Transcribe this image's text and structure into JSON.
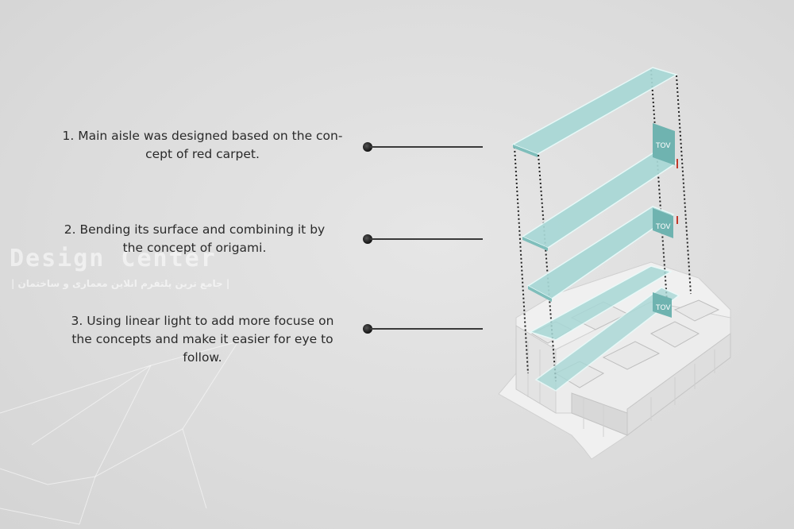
{
  "notes": [
    {
      "id": "note1",
      "lines": [
        "1. Main aisle was designed based on the con-",
        "cept of red carpet."
      ]
    },
    {
      "id": "note2",
      "lines": [
        "2. Bending its surface and combining it by",
        "the concept of origami."
      ]
    },
    {
      "id": "note3",
      "lines": [
        "3. Using linear light to add more focuse on",
        "the concepts and make it easier for eye to",
        "follow."
      ]
    }
  ],
  "watermark": {
    "title": "Design Center",
    "subtitle": "| جامع ترین پلتفرم انلاین معماری و ساختمان |"
  },
  "signs": [
    "TOV",
    "TOV",
    "TOV"
  ],
  "colors": {
    "background": "#dcdcdc",
    "panel": "#a8d8d6",
    "panel_edge": "#e8fbfa",
    "sign": "#6fb3b0",
    "building": "#f2f2f2",
    "building_shade": "#cfcfcf",
    "leader": "#3a3a3a"
  }
}
